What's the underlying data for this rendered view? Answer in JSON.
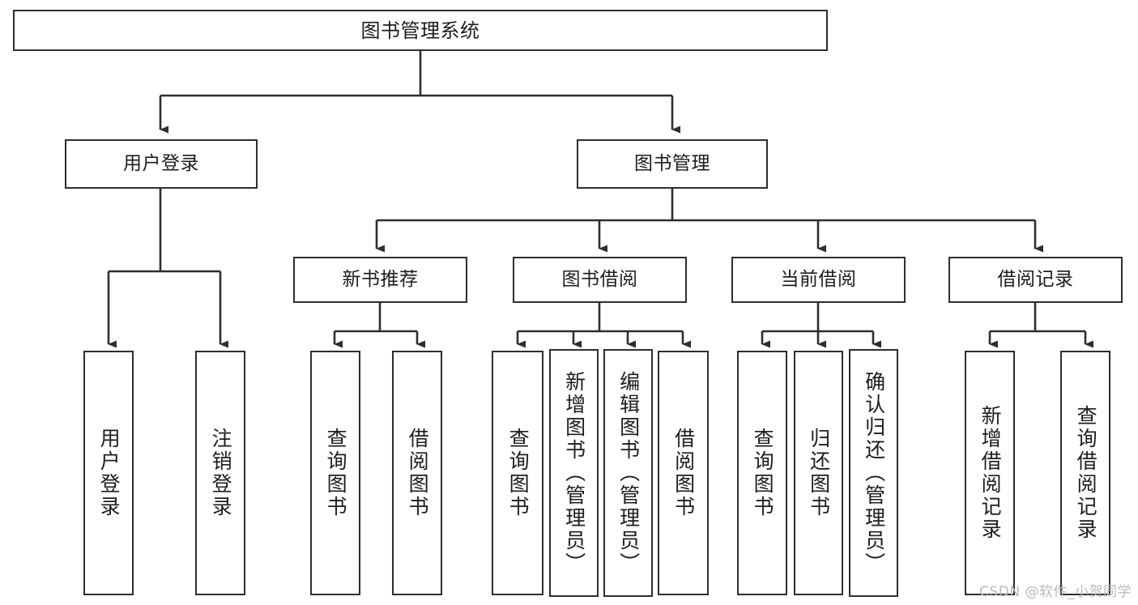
{
  "diagram": {
    "type": "tree-hierarchy-diagram",
    "title": "图书管理系统",
    "root": {
      "label": "图书管理系统"
    },
    "level2": [
      {
        "id": "user-login",
        "label": "用户登录"
      },
      {
        "id": "book-manage",
        "label": "图书管理"
      }
    ],
    "level3": [
      {
        "id": "new-book-recommend",
        "label": "新书推荐",
        "parent": "book-manage"
      },
      {
        "id": "book-borrow",
        "label": "图书借阅",
        "parent": "book-manage"
      },
      {
        "id": "current-borrow",
        "label": "当前借阅",
        "parent": "book-manage"
      },
      {
        "id": "borrow-record",
        "label": "借阅记录",
        "parent": "book-manage"
      }
    ],
    "leaves": [
      {
        "id": "leaf-user-login",
        "label": "用户登录",
        "parent": "user-login"
      },
      {
        "id": "leaf-user-logout",
        "label": "注销登录",
        "parent": "user-login"
      },
      {
        "id": "leaf-query-book-1",
        "label": "查询图书",
        "parent": "new-book-recommend"
      },
      {
        "id": "leaf-borrow-book-1",
        "label": "借阅图书",
        "parent": "new-book-recommend"
      },
      {
        "id": "leaf-query-book-2",
        "label": "查询图书",
        "parent": "book-borrow"
      },
      {
        "id": "leaf-add-book",
        "label": "新增图书（管理员）",
        "parent": "book-borrow"
      },
      {
        "id": "leaf-edit-book",
        "label": "编辑图书（管理员）",
        "parent": "book-borrow"
      },
      {
        "id": "leaf-borrow-book-2",
        "label": "借阅图书",
        "parent": "book-borrow"
      },
      {
        "id": "leaf-query-book-3",
        "label": "查询图书",
        "parent": "current-borrow"
      },
      {
        "id": "leaf-return-book",
        "label": "归还图书",
        "parent": "current-borrow"
      },
      {
        "id": "leaf-confirm-return",
        "label": "确认归还（管理员）",
        "parent": "current-borrow"
      },
      {
        "id": "leaf-add-record",
        "label": "新增借阅记录",
        "parent": "borrow-record"
      },
      {
        "id": "leaf-query-record",
        "label": "查询借阅记录",
        "parent": "borrow-record"
      }
    ],
    "watermark": "CSDN @软件_小贺同学",
    "colors": {
      "stroke": "#2e2e2e",
      "background": "#ffffff",
      "text": "#1d1d1d",
      "watermark": "#b9b9b9"
    }
  }
}
